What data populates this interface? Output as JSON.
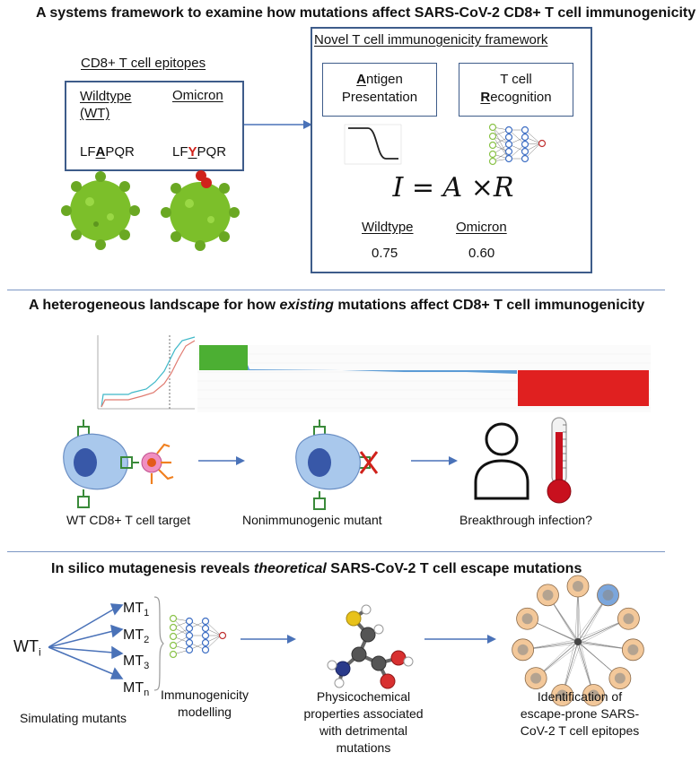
{
  "section1": {
    "title": "A systems framework to examine how mutations affect SARS-CoV-2 CD8+ T cell immunogenicity",
    "epitope_title": "CD8+ T cell epitopes",
    "wt_header_line1": "Wildtype",
    "wt_header_line2": "(WT)",
    "omicron_header": "Omicron",
    "wt_seq_pre": "LF",
    "wt_seq_mut": "A",
    "wt_seq_post": "PQR",
    "om_seq_pre": "LF",
    "om_seq_mut": "Y",
    "om_seq_post": "PQR",
    "framework_title": "Novel T cell immunogenicity framework",
    "antigen_initial": "A",
    "antigen_rest": "ntigen",
    "antigen_line2": "Presentation",
    "tcell_line1": "T cell",
    "recog_initial": "R",
    "recog_rest": "ecognition",
    "equation": "I = A ×R",
    "wildtype_label": "Wildtype",
    "omicron_label": "Omicron",
    "wildtype_value": "0.75",
    "omicron_value": "0.60"
  },
  "section2": {
    "title_pre": "A heterogeneous landscape for how ",
    "title_em": "existing",
    "title_post": " mutations affect CD8+ T cell immunogenicity",
    "label_wt": "WT CD8+ T cell target",
    "label_nonimm": "Nonimmunogenic mutant",
    "label_breakthrough": "Breakthrough infection?"
  },
  "section3": {
    "title_pre": "In silico mutagenesis reveals ",
    "title_em": "theoretical",
    "title_post": " SARS-CoV-2 T cell escape mutations",
    "wt_label": "WT",
    "wt_sub": "i",
    "mt_items": [
      {
        "base": "MT",
        "sub": "1"
      },
      {
        "base": "MT",
        "sub": "2"
      },
      {
        "base": "MT",
        "sub": "3"
      },
      {
        "base": "MT",
        "sub": "n"
      }
    ],
    "caption_simulating": "Simulating mutants",
    "caption_immuno_1": "Immunogenicity",
    "caption_immuno_2": "modelling",
    "caption_physchem_1": "Physicochemical",
    "caption_physchem_2": "properties associated",
    "caption_physchem_3": "with detrimental",
    "caption_physchem_4": "mutations",
    "caption_ident_1": "Identification of",
    "caption_ident_2": "escape-prone SARS-",
    "caption_ident_3": "CoV-2 T cell epitopes"
  },
  "colors": {
    "box_border": "#3e5c8a",
    "arrow": "#4a72b8",
    "virus": "#7cbf2a",
    "mutation_red": "#d0221b",
    "waterfall_green": "#4caf33",
    "waterfall_red": "#e02020",
    "waterfall_blue": "#5b9bd5",
    "cell_blue": "#a9c8ec",
    "nucleus": "#3858a8"
  }
}
